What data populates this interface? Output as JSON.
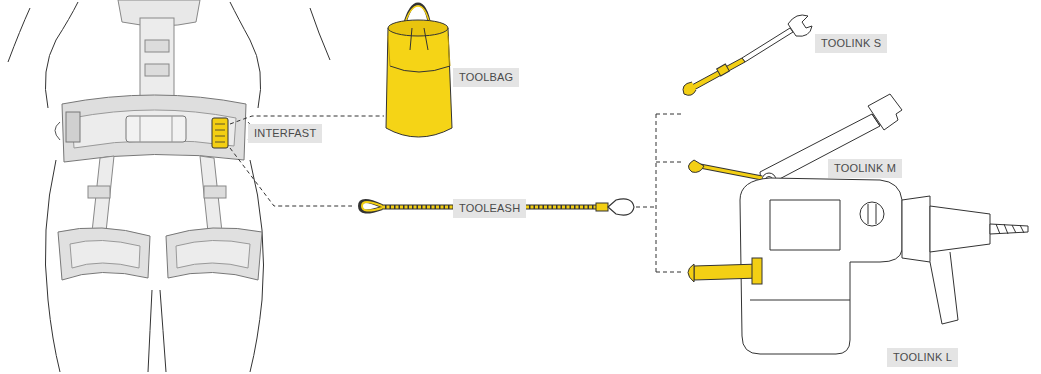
{
  "diagram": {
    "nodes": [
      {
        "text": [
          "INTERFAST"
        ]
      },
      {
        "text": [
          "TOOLBAG"
        ]
      },
      {
        "text": [
          "TOOLEASH"
        ]
      },
      {
        "text": [
          "TOOLINK S"
        ]
      },
      {
        "text": [
          "TOOLINK M"
        ]
      },
      {
        "text": [
          "TOOLINK L"
        ]
      }
    ]
  }
}
